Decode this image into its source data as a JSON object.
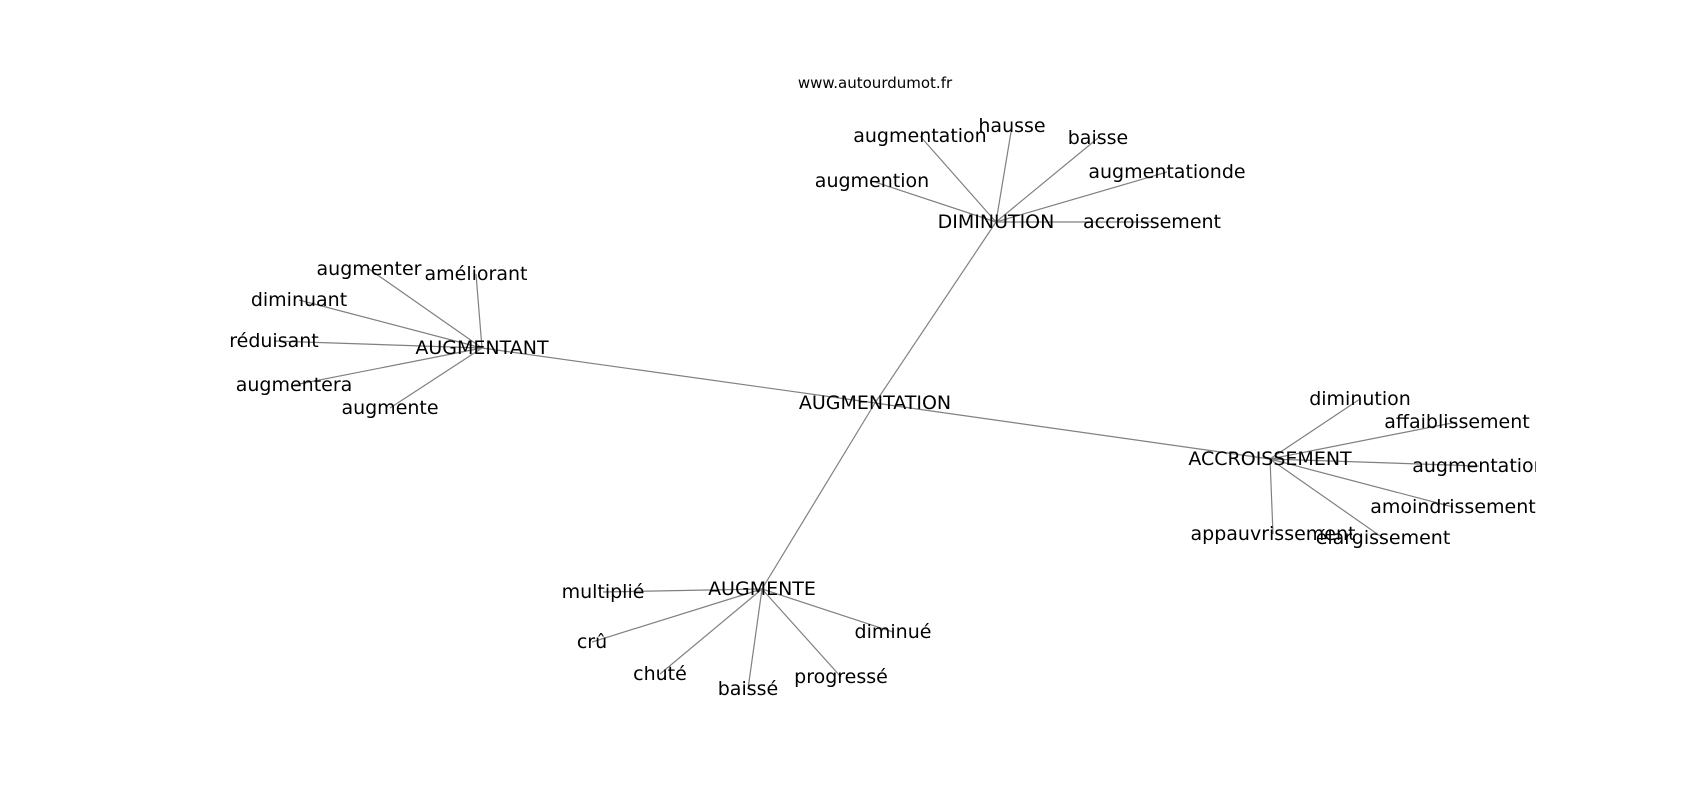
{
  "watermark": "www.autourdumot.fr",
  "center": {
    "id": "center",
    "label": "AUGMENTATION"
  },
  "groups": [
    {
      "id": "diminution",
      "label": "DIMINUTION",
      "words": [
        "augmentation",
        "hausse",
        "baisse",
        "augmentationde",
        "augmention",
        "accroissement"
      ]
    },
    {
      "id": "augmentant",
      "label": "AUGMENTANT",
      "words": [
        "augmenter",
        "améliorant",
        "diminuant",
        "réduisant",
        "augmentera",
        "augmente"
      ]
    },
    {
      "id": "accroissement",
      "label": "ACCROISSEMENT",
      "words": [
        "diminution",
        "affaiblissement",
        "augmentation",
        "amoindrissement",
        "appauvrissement",
        "élargissement"
      ]
    },
    {
      "id": "augmente",
      "label": "AUGMENTE",
      "words": [
        "multiplié",
        "crû",
        "chuté",
        "baissé",
        "progressé",
        "diminué"
      ]
    }
  ]
}
